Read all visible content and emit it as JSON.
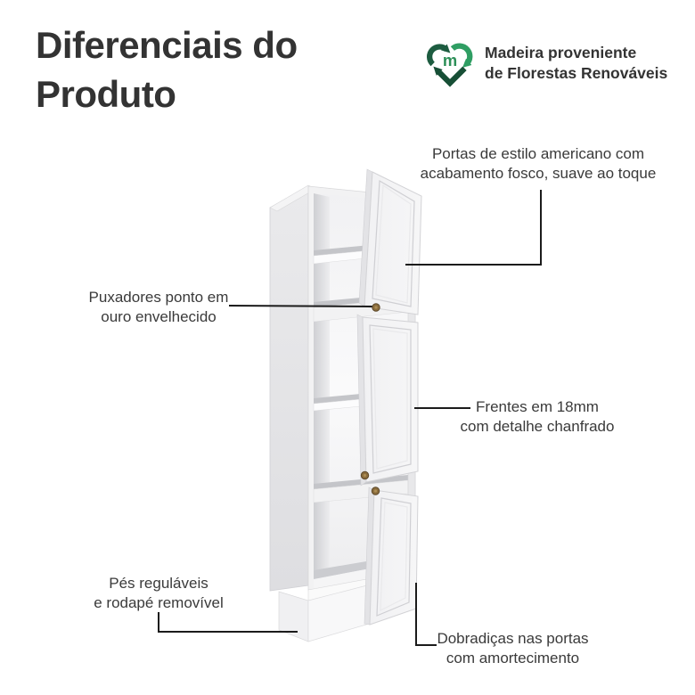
{
  "title": "Diferenciais do Produto",
  "badge": {
    "icon": "recycle-heart-m-logo",
    "line1": "Madeira proveniente",
    "line2": "de Florestas Renováveis",
    "color_dark_green": "#1d5c40",
    "color_light_green": "#2f9e63",
    "color_letter_green": "#2d8f58"
  },
  "callouts": {
    "portas": {
      "line1": "Portas de estilo americano com",
      "line2": "acabamento fosco, suave ao toque"
    },
    "puxadores": {
      "line1": "Puxadores ponto em",
      "line2": "ouro envelhecido"
    },
    "frentes": {
      "line1": "Frentes em 18mm",
      "line2": "com detalhe chanfrado"
    },
    "pes": {
      "line1": "Pés reguláveis",
      "line2": "e rodapé removível"
    },
    "dobradicas": {
      "line1": "Dobradiças nas portas",
      "line2": "com amortecimento"
    }
  },
  "illustration": {
    "subject": "tall-white-pantry-cabinet-three-open-doors",
    "doors": 3,
    "knob_color": "#8a6c3c",
    "leader_line_color": "#1b1b1b",
    "text_color": "#3a3a3a",
    "title_color": "#333333"
  }
}
